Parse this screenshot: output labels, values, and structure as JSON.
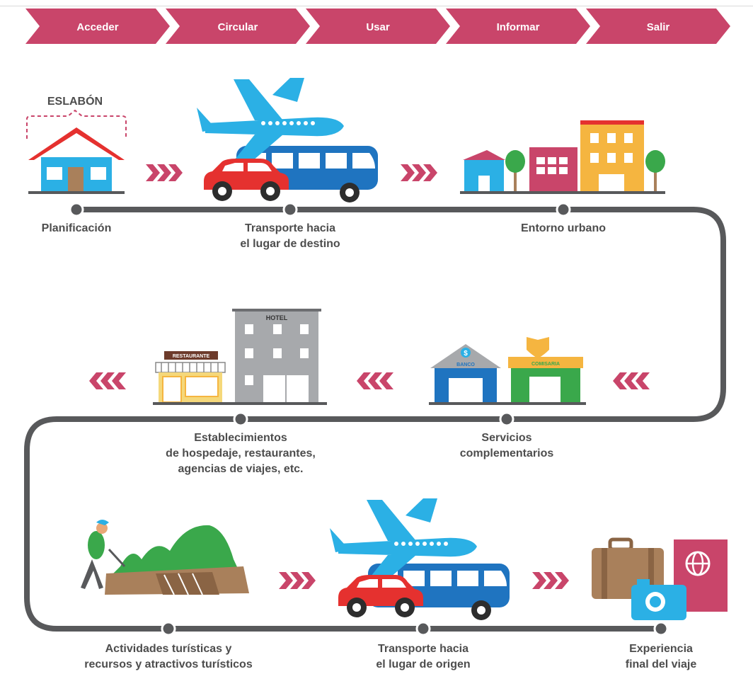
{
  "steps": [
    "Acceder",
    "Circular",
    "Usar",
    "Informar",
    "Salir"
  ],
  "eslabon": "ESLABÓN",
  "nodes": [
    {
      "id": "planificacion",
      "lines": [
        "Planificación"
      ]
    },
    {
      "id": "transporte-destino",
      "lines": [
        "Transporte hacia",
        "el lugar de destino"
      ]
    },
    {
      "id": "entorno-urbano",
      "lines": [
        "Entorno urbano"
      ]
    },
    {
      "id": "servicios",
      "lines": [
        "Servicios",
        "complementarios"
      ]
    },
    {
      "id": "establecimientos",
      "lines": [
        "Establecimientos",
        "de hospedaje, restaurantes,",
        "agencias de viajes, etc."
      ]
    },
    {
      "id": "actividades",
      "lines": [
        "Actividades turísticas y",
        "recursos y atractivos turísticos"
      ]
    },
    {
      "id": "transporte-origen",
      "lines": [
        "Transporte hacia",
        "el lugar de origen"
      ]
    },
    {
      "id": "experiencia",
      "lines": [
        "Experiencia",
        "final del viaje"
      ]
    }
  ],
  "signs": {
    "hotel": "HOTEL",
    "restaurante": "RESTAURANTE",
    "banco": "BANCO",
    "comisaria": "COMISARIA",
    "dollar": "$"
  },
  "colors": {
    "chevron": "#c9456a",
    "track": "#58595b",
    "label": "#4d4d4d",
    "plane": "#2bb0e5",
    "bus": "#1f74c0",
    "car": "#e5312f"
  }
}
